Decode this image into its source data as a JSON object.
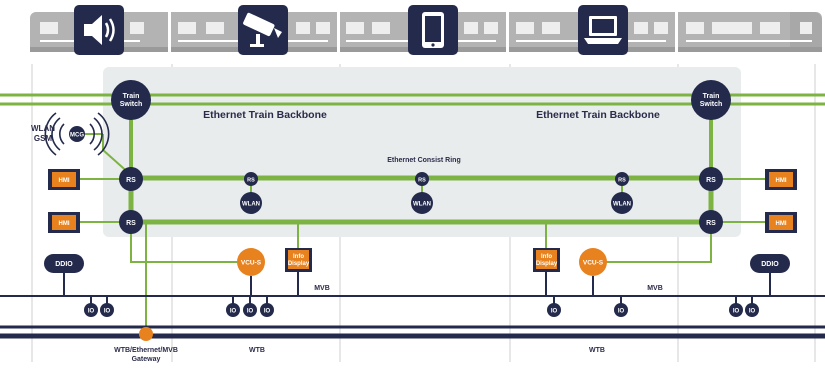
{
  "colors": {
    "navy": "#232a4b",
    "green": "#7cb342",
    "orange": "#e8821e",
    "panel": "#e8ecec",
    "train": "#b3b3b3",
    "train_window": "#eeeeee"
  },
  "train_icons": [
    "speaker-icon",
    "cctv-camera-icon",
    "smartphone-icon",
    "laptop-icon"
  ],
  "labels": {
    "backbone_left": "Ethernet Train Backbone",
    "backbone_right": "Ethernet Train Backbone",
    "consist_ring": "Ethernet Consist Ring",
    "wlan_gsm_1": "WLAN",
    "wlan_gsm_2": "GSM",
    "mcg": "MCG",
    "train_switch_1": "Train",
    "train_switch_2": "Switch",
    "rs": "RS",
    "wlan": "WLAN",
    "hmi": "HMI",
    "vcu": "VCU-S",
    "info_1": "Info",
    "info_2": "Display",
    "ddio": "DDIO",
    "io": "IO",
    "mvb": "MVB",
    "wtb": "WTB",
    "gateway_1": "WTB/Ethernet/MVB",
    "gateway_2": "Gateway"
  }
}
